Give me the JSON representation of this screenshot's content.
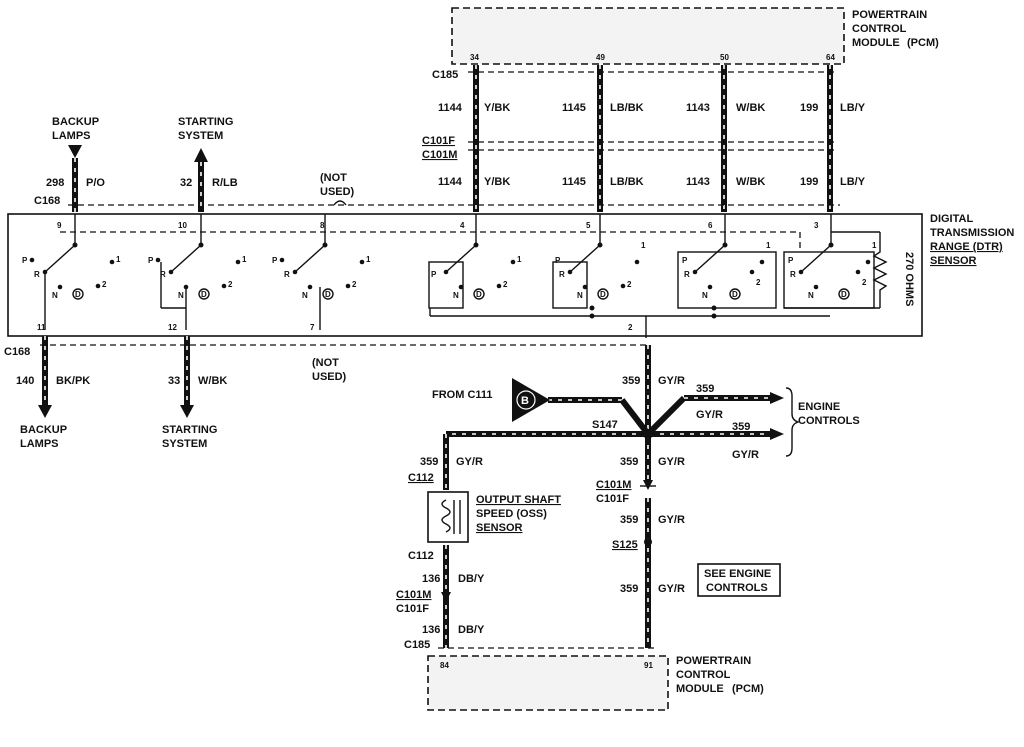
{
  "pcm_top": {
    "line1": "POWERTRAIN",
    "line2": "CONTROL",
    "line3": "MODULE",
    "suffix": "(PCM)"
  },
  "pcm_bottom": {
    "line1": "POWERTRAIN",
    "line2": "CONTROL",
    "line3": "MODULE",
    "suffix": "(PCM)"
  },
  "connectors": {
    "c185_top": "C185",
    "c101f_top": "C101F",
    "c101m_top": "C101M",
    "c168_top": "C168",
    "c168_bottom": "C168",
    "c112_top": "C112",
    "c112_bottom": "C112",
    "c101m_left": "C101M",
    "c101f_left": "C101F",
    "c185_bottom": "C185",
    "c101m_right": "C101M",
    "c101f_right": "C101F",
    "s147": "S147",
    "s125": "S125"
  },
  "top_pins": [
    "34",
    "49",
    "50",
    "64"
  ],
  "top_wires_upper": [
    {
      "circuit": "1144",
      "color": "Y/BK"
    },
    {
      "circuit": "1145",
      "color": "LB/BK"
    },
    {
      "circuit": "1143",
      "color": "W/BK"
    },
    {
      "circuit": "199",
      "color": "LB/Y"
    }
  ],
  "top_wires_lower": [
    {
      "circuit": "1144",
      "color": "Y/BK"
    },
    {
      "circuit": "1145",
      "color": "LB/BK"
    },
    {
      "circuit": "1143",
      "color": "W/BK"
    },
    {
      "circuit": "199",
      "color": "LB/Y"
    }
  ],
  "left_upper": {
    "backup_line1": "BACKUP",
    "backup_line2": "LAMPS",
    "backup_circuit": "298",
    "backup_color": "P/O",
    "starting_line1": "STARTING",
    "starting_line2": "SYSTEM",
    "starting_circuit": "32",
    "starting_color": "R/LB",
    "not_used_1": "(NOT",
    "not_used_2": "USED)"
  },
  "left_lower": {
    "backup_line1": "BACKUP",
    "backup_line2": "LAMPS",
    "backup_circuit": "140",
    "backup_color": "BK/PK",
    "starting_line1": "STARTING",
    "starting_line2": "SYSTEM",
    "starting_circuit": "33",
    "starting_color": "W/BK",
    "not_used_1": "(NOT",
    "not_used_2": "USED)"
  },
  "sensor": {
    "line1": "DIGITAL",
    "line2": "TRANSMISSION",
    "line3": "RANGE (DTR)",
    "line4": "SENSOR",
    "resistor": "270 OHMS",
    "pins_top": [
      "9",
      "10",
      "8",
      "4",
      "5",
      "6",
      "3"
    ],
    "pins_bottom": [
      "11",
      "12",
      "7",
      "2"
    ],
    "switch_letters": {
      "p": "P",
      "r": "R",
      "n": "N",
      "d": "D",
      "one": "1",
      "two": "2"
    }
  },
  "right_circuit": {
    "from": "FROM C111",
    "b_label": "B",
    "w359": "359",
    "gyr": "GY/R",
    "engine_line1": "ENGINE",
    "engine_line2": "CONTROLS",
    "see_line1": "SEE ENGINE",
    "see_line2": "CONTROLS",
    "dby": "DB/Y",
    "c136": "136"
  },
  "oss": {
    "line1": "OUTPUT SHAFT",
    "line2": "SPEED (OSS)",
    "line3": "SENSOR"
  },
  "bottom_pins": [
    "84",
    "91"
  ]
}
